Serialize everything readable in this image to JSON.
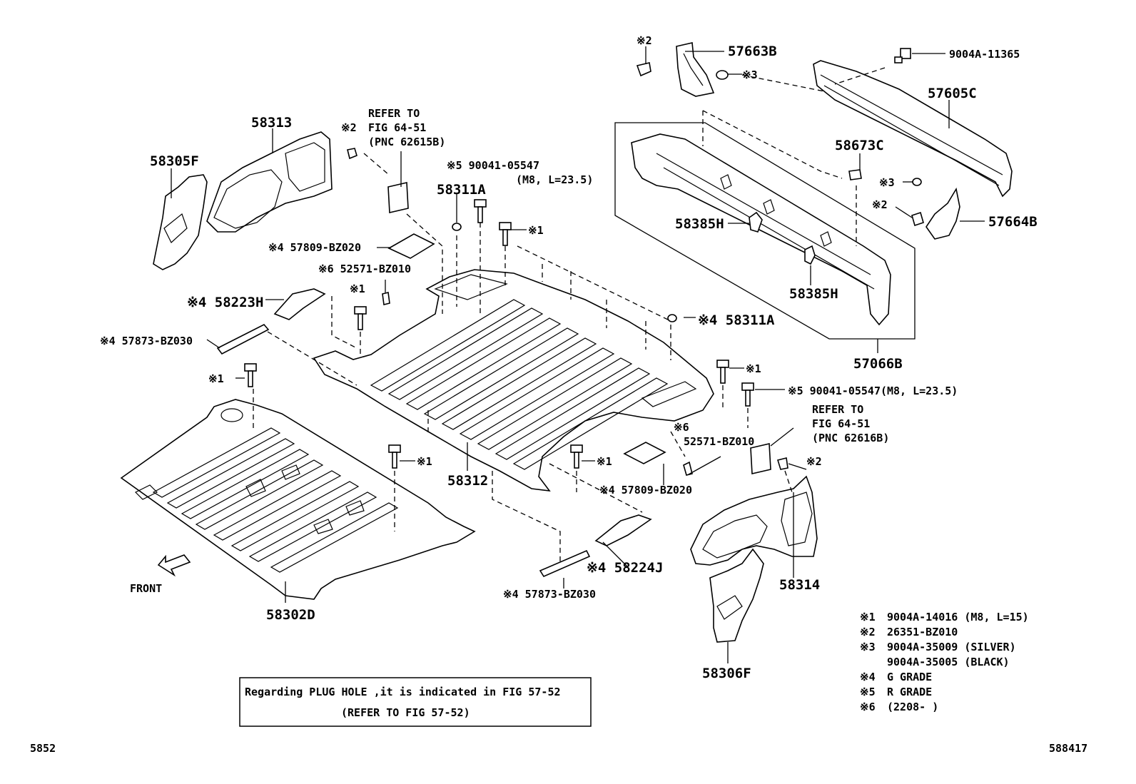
{
  "diagram": {
    "parts": {
      "p58305F": "58305F",
      "p58313": "58313",
      "p58311A_top": "58311A",
      "p58311A_right": "※4 58311A",
      "p58223H": "※4 58223H",
      "p57873_left": "※4 57873-BZ030",
      "p57873_bottom": "※4 57873-BZ030",
      "p57809_top": "※4 57809-BZ020",
      "p57809_bottom": "※4 57809-BZ020",
      "p52571_top": "※6 52571-BZ010",
      "p52571_right_a": "※6",
      "p52571_right_b": "52571-BZ010",
      "p58312": "58312",
      "p58302D": "58302D",
      "p58224J": "※4 58224J",
      "p58314": "58314",
      "p58306F": "58306F",
      "p57663B": "57663B",
      "p57605C": "57605C",
      "p58673C": "58673C",
      "p57664B": "57664B",
      "p58385H_a": "58385H",
      "p58385H_b": "58385H",
      "p57066B": "57066B",
      "p9004A_11365": "9004A-11365",
      "bolt_top_a": "※5 90041-05547",
      "bolt_top_b": "(M8, L=23.5)",
      "bolt_right": "※5 90041-05547(M8, L=23.5)"
    },
    "marks": {
      "m1": "※1",
      "m2": "※2",
      "m3": "※3"
    },
    "refer_left": [
      "REFER TO",
      "FIG 64-51",
      "(PNC 62615B)"
    ],
    "refer_right": [
      "REFER TO",
      "FIG 64-51",
      "(PNC 62616B)"
    ],
    "front_label": "FRONT",
    "legend": [
      {
        "mark": "※1",
        "text": "9004A-14016 (M8, L=15)"
      },
      {
        "mark": "※2",
        "text": "26351-BZ010"
      },
      {
        "mark": "※3",
        "text": "9004A-35009 (SILVER)"
      },
      {
        "mark": "",
        "text": "9004A-35005 (BLACK)"
      },
      {
        "mark": "※4",
        "text": "G GRADE"
      },
      {
        "mark": "※5",
        "text": "R GRADE"
      },
      {
        "mark": "※6",
        "text": "(2208-     )"
      }
    ],
    "notice": {
      "line1": "Regarding PLUG HOLE ,it is indicated in FIG 57-52",
      "line2": "(REFER TO FIG 57-52)"
    },
    "corner_left": "5852",
    "corner_right": "588417"
  }
}
